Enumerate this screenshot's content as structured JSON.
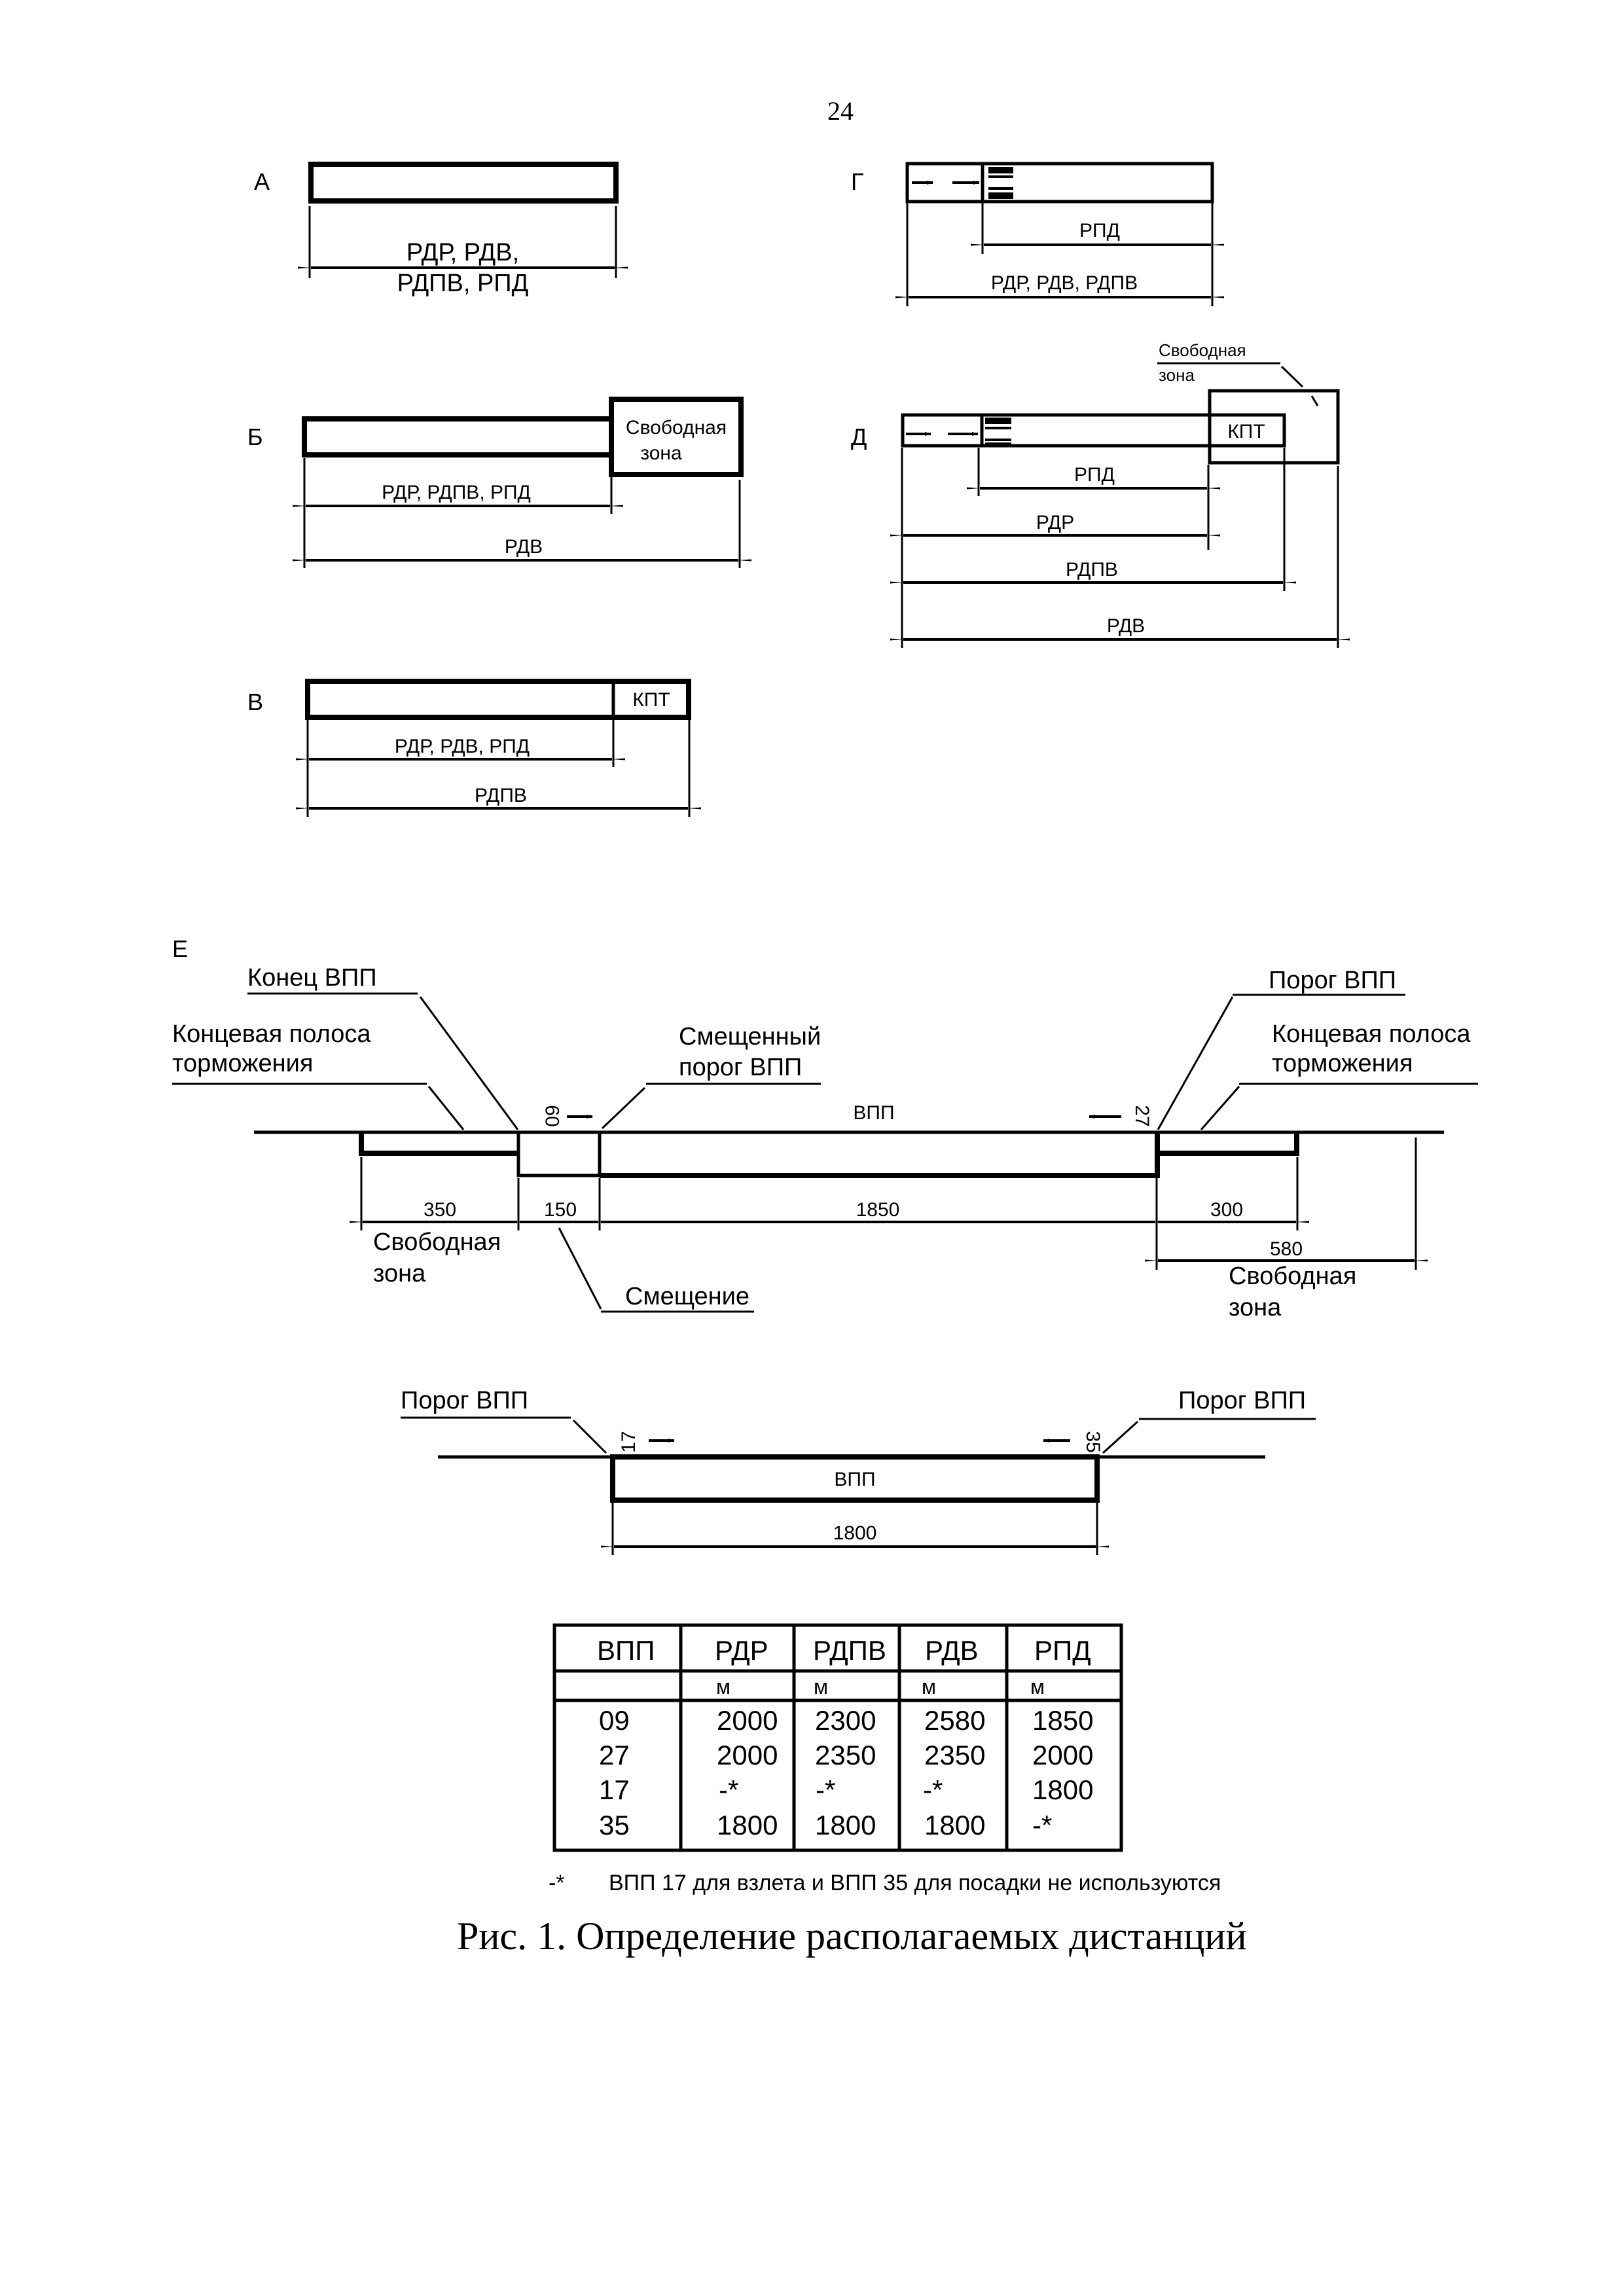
{
  "page": {
    "number": "24",
    "caption": "Рис. 1. Определение располагаемых дистанций",
    "footnote_mark": "-*",
    "footnote_text": "ВПП 17 для взлета и ВПП 35 для посадки не используются"
  },
  "diagram_a": {
    "letter": "А",
    "dim_line1": "РДР, РДВ,",
    "dim_line2": "РДПВ, РПД"
  },
  "diagram_b": {
    "letter": "Б",
    "zone_line1": "Свободная",
    "zone_line2": "зона",
    "dim1": "РДР, РДПВ, РПД",
    "dim2": "РДВ"
  },
  "diagram_v": {
    "letter": "В",
    "stopway": "КПТ",
    "dim1": "РДР, РДВ, РПД",
    "dim2": "РДПВ"
  },
  "diagram_g": {
    "letter": "Г",
    "dim1": "РПД",
    "dim2": "РДР, РДВ, РДПВ"
  },
  "diagram_d": {
    "letter": "Д",
    "stopway": "КПТ",
    "zone_line1": "Свободная",
    "zone_line2": "зона",
    "dim1": "РПД",
    "dim2": "РДР",
    "dim3": "РДПВ",
    "dim4": "РДВ"
  },
  "diagram_e": {
    "letter": "Е",
    "runway_end": "Конец ВПП",
    "stopway_left_1": "Концевая полоса",
    "stopway_left_2": "торможения",
    "displaced_1": "Смещенный",
    "displaced_2": "порог ВПП",
    "runway": "ВПП",
    "threshold_right": "Порог ВПП",
    "stopway_right_1": "Концевая полоса",
    "stopway_right_2": "торможения",
    "rwy_left": "09",
    "rwy_right": "27",
    "dim_clearway_left": "350",
    "dim_displacement": "150",
    "dim_runway": "1850",
    "dim_stopway_right": "300",
    "dim_clearway_right": "580",
    "clearway_left_1": "Свободная",
    "clearway_left_2": "зона",
    "displacement": "Смещение",
    "clearway_right_1": "Свободная",
    "clearway_right_2": "зона"
  },
  "diagram_e2": {
    "threshold_left": "Порог ВПП",
    "threshold_right": "Порог ВПП",
    "rwy_left": "17",
    "rwy_right": "35",
    "runway": "ВПП",
    "dim_runway": "1800"
  },
  "table": {
    "headers": [
      "ВПП",
      "РДР",
      "РДПВ",
      "РДВ",
      "РПД"
    ],
    "units": [
      "",
      "м",
      "м",
      "м",
      "м"
    ],
    "rows": [
      [
        "09",
        "2000",
        "2300",
        "2580",
        "1850"
      ],
      [
        "27",
        "2000",
        "2350",
        "2350",
        "2000"
      ],
      [
        "17",
        "-*",
        "-*",
        "-*",
        "1800"
      ],
      [
        "35",
        "1800",
        "1800",
        "1800",
        "-*"
      ]
    ]
  }
}
